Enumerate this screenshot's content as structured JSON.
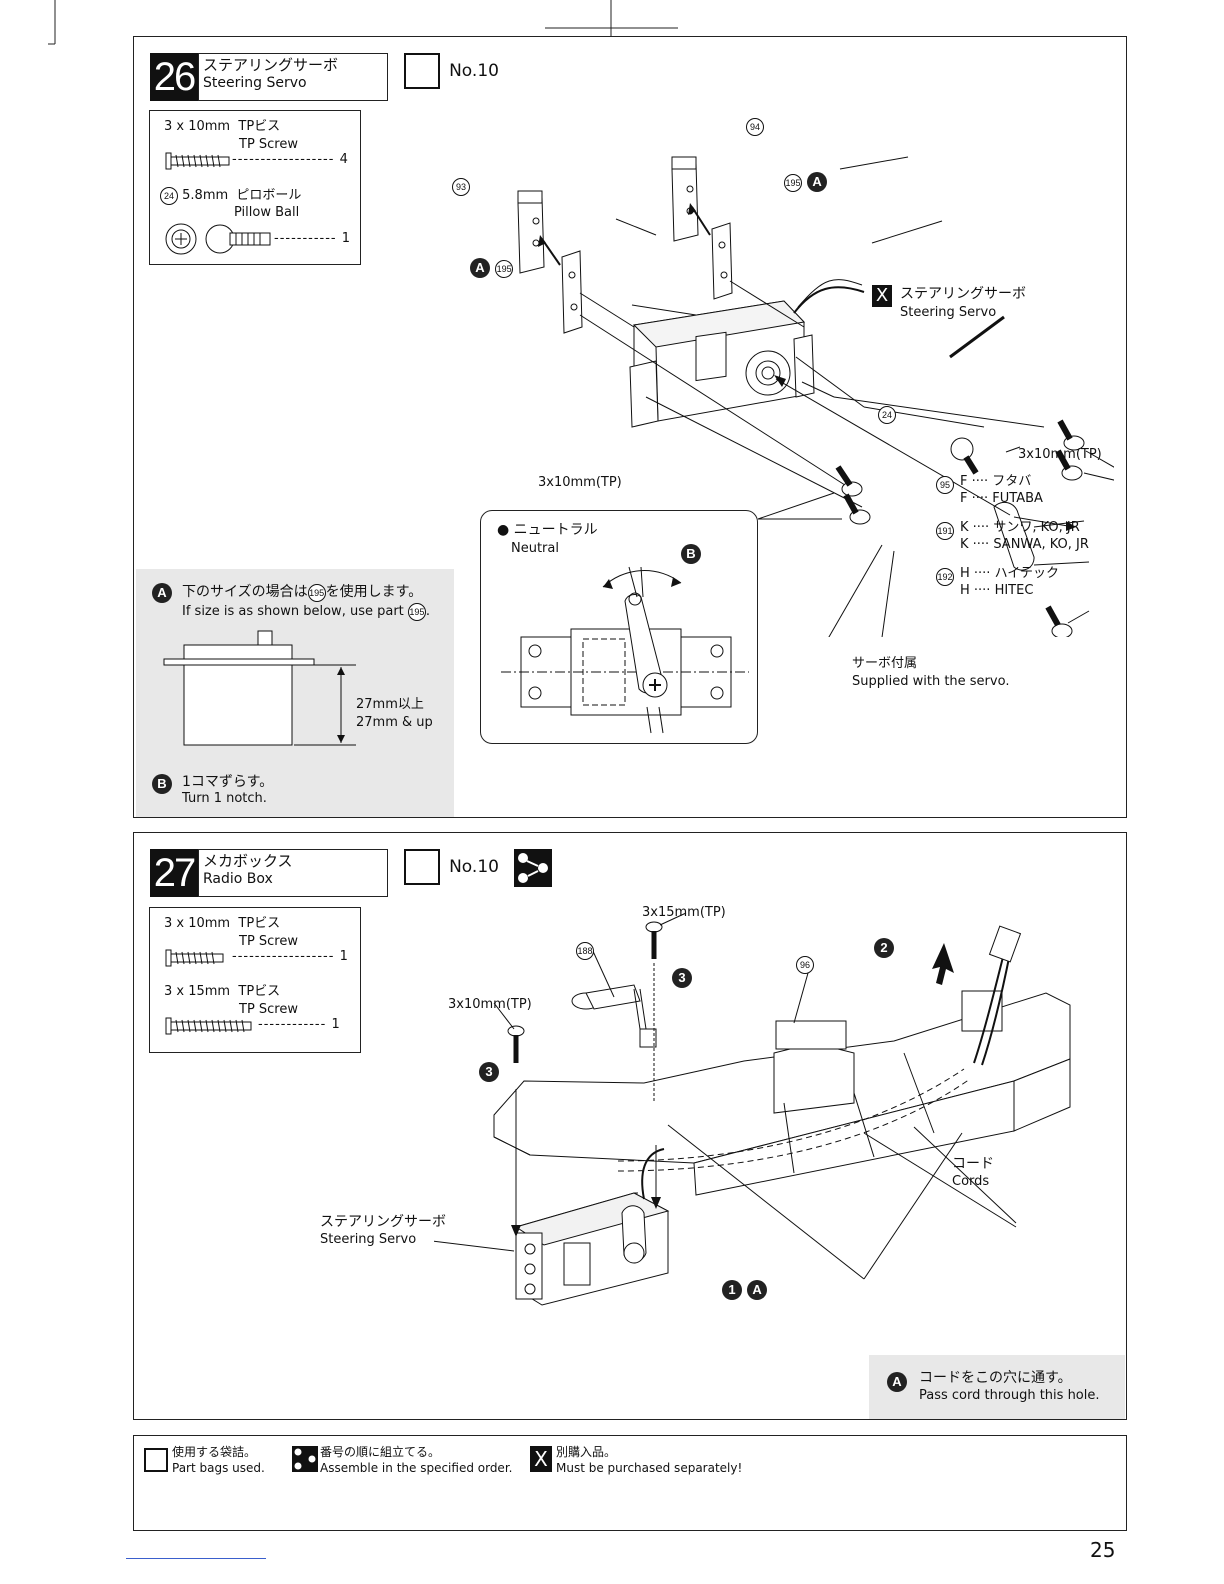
{
  "step26": {
    "number": "26",
    "title_jp": "ステアリングサーボ",
    "title_en": "Steering Servo",
    "bag_label": "No.10",
    "parts": [
      {
        "size": "3 x 10mm",
        "jp": "TPビス",
        "en": "TP Screw",
        "qty": "4"
      },
      {
        "num": "24",
        "size": "5.8mm",
        "jp": "ピロボール",
        "en": "Pillow Ball",
        "qty": "1"
      }
    ],
    "callouts": {
      "p93": "93",
      "p94": "94",
      "p195a": "195",
      "p195b": "195",
      "p24": "24",
      "p95": "95",
      "p191": "191",
      "p192": "192",
      "letterA": "A",
      "letterB": "B",
      "letterX": "X",
      "screw_left": "3x10mm(TP)",
      "screw_right": "3x10mm(TP)",
      "servo_jp": "ステアリングサーボ",
      "servo_en": "Steering Servo",
      "f_jp": "F ···· フタバ",
      "f_en": "F ···· FUTABA",
      "k_jp": "K ···· サンワ, KO, JR",
      "k_en": "K ···· SANWA, KO, JR",
      "h_jp": "H ···· ハイテック",
      "h_en": "H ···· HITEC",
      "supplied_jp": "サーボ付属",
      "supplied_en": "Supplied with the servo."
    },
    "neutral": {
      "jp": "ニュートラル",
      "en": "Neutral",
      "letter": "B"
    },
    "noteA": {
      "letter": "A",
      "jp_pre": "下のサイズの場合は",
      "part": "195",
      "jp_post": "を使用します。",
      "en_pre": "If size is as shown below, use part",
      "en_post": ".",
      "dim_jp": "27mm以上",
      "dim_en": "27mm & up"
    },
    "noteB": {
      "letter": "B",
      "jp": "1コマずらす。",
      "en": "Turn 1 notch."
    }
  },
  "step27": {
    "number": "27",
    "title_jp": "メカボックス",
    "title_en": "Radio Box",
    "bag_label": "No.10",
    "parts": [
      {
        "size": "3 x 10mm",
        "jp": "TPビス",
        "en": "TP Screw",
        "qty": "1"
      },
      {
        "size": "3 x 15mm",
        "jp": "TPビス",
        "en": "TP Screw",
        "qty": "1"
      }
    ],
    "callouts": {
      "screw15": "3x15mm(TP)",
      "screw10": "3x10mm(TP)",
      "p188": "188",
      "p96": "96",
      "three_a": "3",
      "three_b": "3",
      "two": "2",
      "one": "1",
      "A": "A",
      "cords_jp": "コード",
      "cords_en": "Cords",
      "servo_jp": "ステアリングサーボ",
      "servo_en": "Steering Servo"
    },
    "noteA": {
      "letter": "A",
      "jp": "コードをこの穴に通す。",
      "en": "Pass cord through this hole."
    }
  },
  "legend": [
    {
      "jp": "使用する袋詰。",
      "en": "Part bags used."
    },
    {
      "jp": "番号の順に組立てる。",
      "en": "Assemble in the specified order."
    },
    {
      "icon": "X",
      "jp": "別購入品。",
      "en": "Must be purchased separately!"
    }
  ],
  "page_number": "25"
}
